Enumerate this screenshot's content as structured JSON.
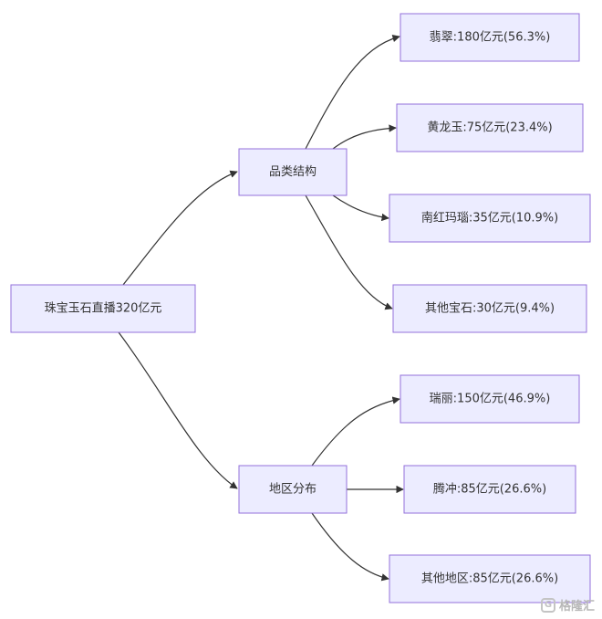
{
  "root": {
    "label": "珠宝玉石直播320亿元"
  },
  "branches": [
    {
      "label": "品类结构",
      "children": [
        {
          "label": "翡翠:180亿元(56.3%)"
        },
        {
          "label": "黄龙玉:75亿元(23.4%)"
        },
        {
          "label": "南红玛瑙:35亿元(10.9%)"
        },
        {
          "label": "其他宝石:30亿元(9.4%)"
        }
      ]
    },
    {
      "label": "地区分布",
      "children": [
        {
          "label": "瑞丽:150亿元(46.9%)"
        },
        {
          "label": "腾冲:85亿元(26.6%)"
        },
        {
          "label": "其他地区:85亿元(26.6%)"
        }
      ]
    }
  ],
  "watermark": {
    "logo_glyph": "G",
    "text": "格隆汇"
  },
  "colors": {
    "node_fill": "#ececff",
    "node_stroke": "#9370db",
    "edge": "#333333",
    "text": "#333333"
  }
}
